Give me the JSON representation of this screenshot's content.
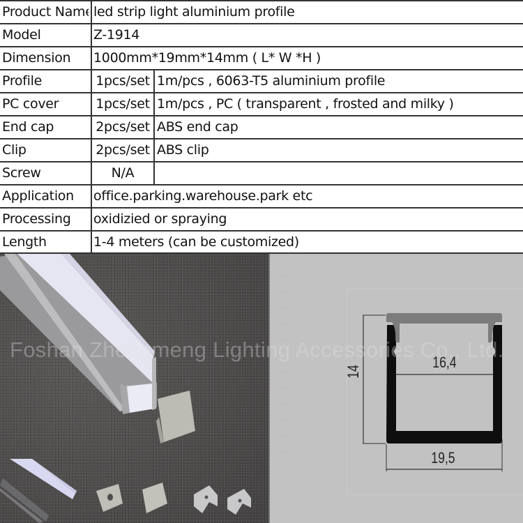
{
  "spec_table": {
    "rows": [
      {
        "label": "Product Name",
        "value": "led strip light aluminium profile"
      },
      {
        "label": "Model",
        "value": "Z-1914"
      },
      {
        "label": "Dimension",
        "value": "1000mm*19mm*14mm ( L* W *H )"
      },
      {
        "label": "Profile",
        "qty": "1pcs/set",
        "desc": "1m/pcs , 6063-T5 aluminium profile"
      },
      {
        "label": "PC cover",
        "qty": "1pcs/set",
        "desc": "1m/pcs , PC ( transparent , frosted and milky )"
      },
      {
        "label": "End cap",
        "qty": "2pcs/set",
        "desc": "ABS end cap"
      },
      {
        "label": "Clip",
        "qty": "2pcs/set",
        "desc": "ABS clip"
      },
      {
        "label": "Screw",
        "qty": "N/A",
        "desc": ""
      },
      {
        "label": "Application",
        "value": "office.parking.warehouse.park etc"
      },
      {
        "label": "Processing",
        "value": "oxidizied or spraying"
      },
      {
        "label": "Length",
        "value": "1-4 meters (can be customized)"
      }
    ]
  },
  "photo": {
    "subject": "aluminium profile with milky PC cover, end caps, clips, frosted and transparent covers"
  },
  "drawing": {
    "height_label": "14",
    "inner_width_label": "16,4",
    "outer_width_label": "19,5"
  },
  "watermark": "Foshan Zhengmeng Lighting Accessories Co., Ltd.",
  "colors": {
    "table_border": "#333333",
    "photo_background": "#4d4a4a",
    "drawing_background": "#c2c2c2",
    "profile_fill": "#111111",
    "cover_fill": "#7a7a7a"
  }
}
